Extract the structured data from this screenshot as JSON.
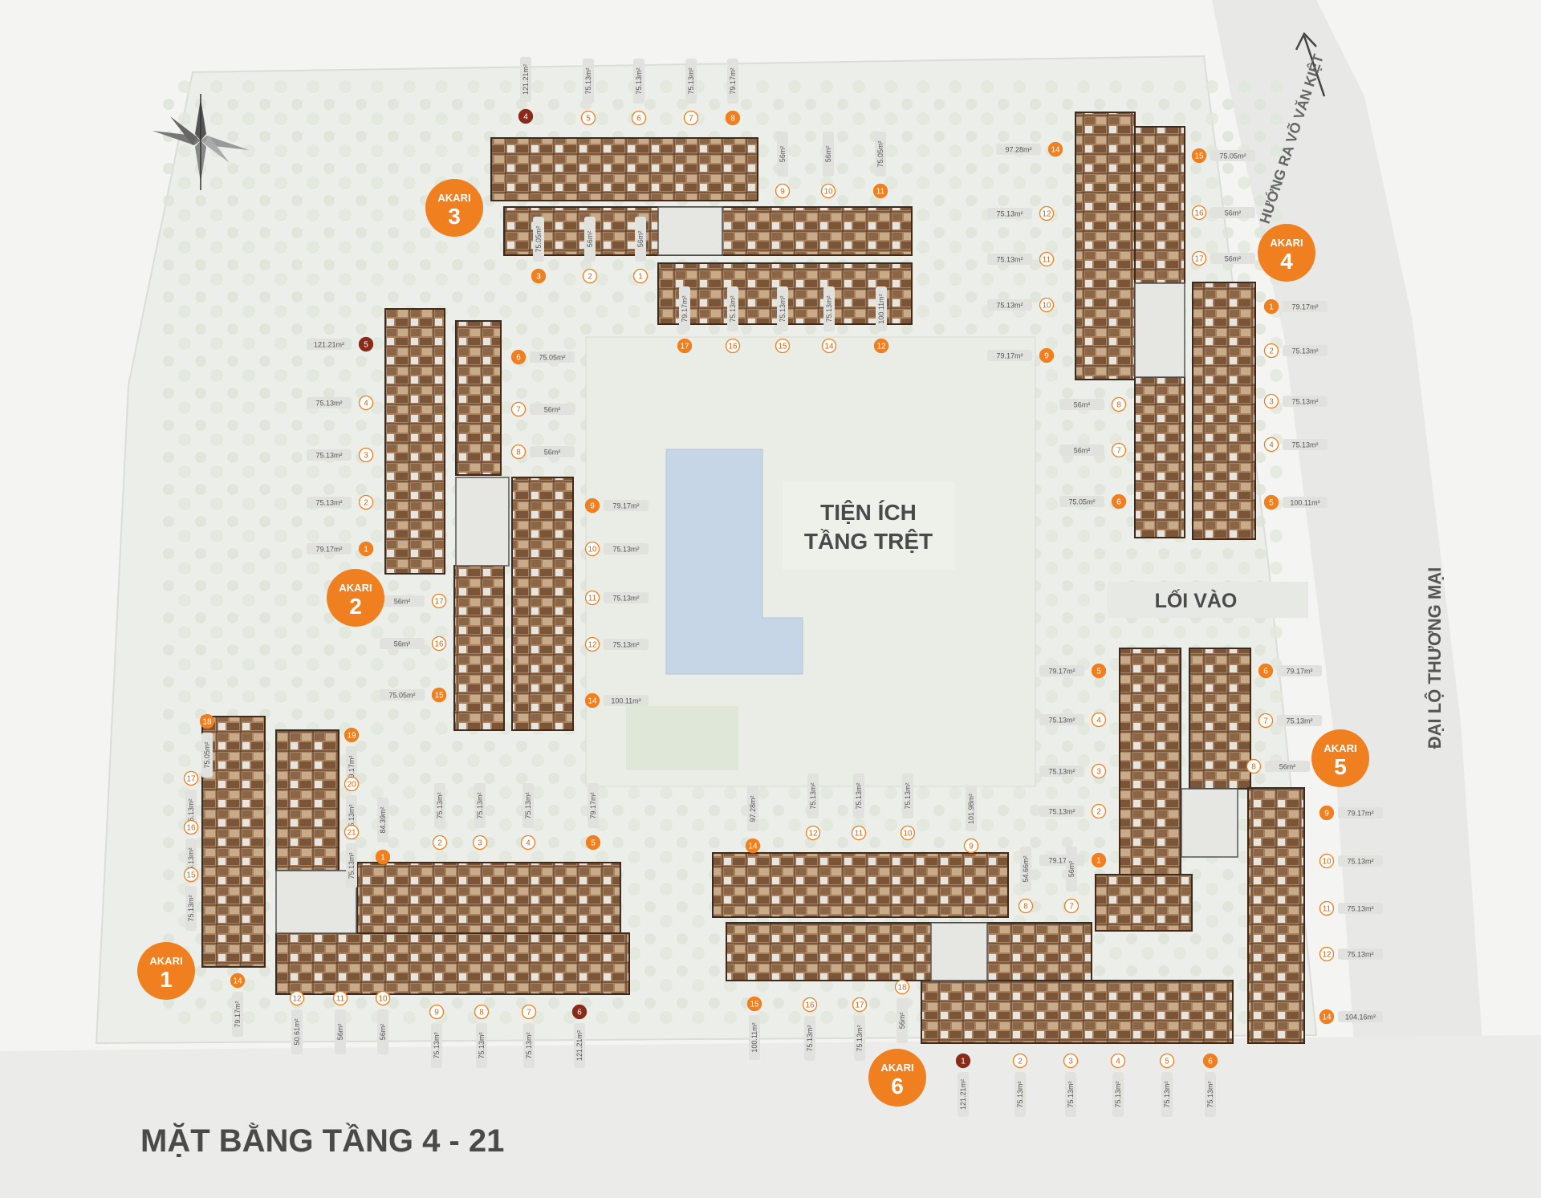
{
  "title": "MẶT BẰNG TẦNG 4 - 21",
  "center_label": {
    "line1": "TIỆN ÍCH",
    "line2": "TẦNG TRỆT"
  },
  "entrance_label": "LỐI VÀO",
  "road_right": "ĐẠI LỘ THƯƠNG MẠI",
  "road_top": "HƯỚNG RA VÕ VĂN KIỆT",
  "colors": {
    "orange": "#f07f1f",
    "darkred": "#8a2a1a",
    "unit": "#a27a56",
    "unitDark": "#6b4a32",
    "road": "#e7e7e5",
    "green": "#dfe6da"
  },
  "icons": [
    "compass-rose-icon",
    "north-arrow-icon",
    "building-marker-icon",
    "unit-number-icon"
  ],
  "buildings": [
    {
      "name": "AKARI",
      "number": "1"
    },
    {
      "name": "AKARI",
      "number": "2"
    },
    {
      "name": "AKARI",
      "number": "3"
    },
    {
      "name": "AKARI",
      "number": "4"
    },
    {
      "name": "AKARI",
      "number": "5"
    },
    {
      "name": "AKARI",
      "number": "6"
    }
  ],
  "units": [
    {
      "n": "4",
      "a": "121.21m²",
      "s": "d"
    },
    {
      "n": "5",
      "a": "75.13m²",
      "s": "o"
    },
    {
      "n": "6",
      "a": "75.13m²",
      "s": "o"
    },
    {
      "n": "7",
      "a": "75.13m²",
      "s": "o"
    },
    {
      "n": "8",
      "a": "79.17m²",
      "s": "f"
    },
    {
      "n": "9",
      "a": "56m²",
      "s": "o"
    },
    {
      "n": "10",
      "a": "56m²",
      "s": "o"
    },
    {
      "n": "11",
      "a": "75.05m²",
      "s": "f"
    },
    {
      "n": "3",
      "a": "75.05m²",
      "s": "f"
    },
    {
      "n": "2",
      "a": "56m²",
      "s": "o"
    },
    {
      "n": "1",
      "a": "56m²",
      "s": "o"
    },
    {
      "n": "17",
      "a": "79.17m²",
      "s": "f"
    },
    {
      "n": "16",
      "a": "75.13m²",
      "s": "o"
    },
    {
      "n": "15",
      "a": "75.13m²",
      "s": "o"
    },
    {
      "n": "14",
      "a": "75.13m²",
      "s": "o"
    },
    {
      "n": "12",
      "a": "100.11m²",
      "s": "f"
    },
    {
      "n": "5",
      "a": "121.21m²",
      "s": "d"
    },
    {
      "n": "4",
      "a": "75.13m²",
      "s": "o"
    },
    {
      "n": "3",
      "a": "75.13m²",
      "s": "o"
    },
    {
      "n": "2",
      "a": "75.13m²",
      "s": "o"
    },
    {
      "n": "1",
      "a": "79.17m²",
      "s": "f"
    },
    {
      "n": "6",
      "a": "75.05m²",
      "s": "f"
    },
    {
      "n": "7",
      "a": "56m²",
      "s": "o"
    },
    {
      "n": "8",
      "a": "56m²",
      "s": "o"
    },
    {
      "n": "17",
      "a": "56m²",
      "s": "o"
    },
    {
      "n": "16",
      "a": "56m²",
      "s": "o"
    },
    {
      "n": "15",
      "a": "75.05m²",
      "s": "f"
    },
    {
      "n": "9",
      "a": "79.17m²",
      "s": "f"
    },
    {
      "n": "10",
      "a": "75.13m²",
      "s": "o"
    },
    {
      "n": "11",
      "a": "75.13m²",
      "s": "o"
    },
    {
      "n": "12",
      "a": "75.13m²",
      "s": "o"
    },
    {
      "n": "14",
      "a": "100.11m²",
      "s": "f"
    },
    {
      "n": "14",
      "a": "97.28m²",
      "s": "f"
    },
    {
      "n": "12",
      "a": "75.13m²",
      "s": "o"
    },
    {
      "n": "11",
      "a": "75.13m²",
      "s": "o"
    },
    {
      "n": "10",
      "a": "75.13m²",
      "s": "o"
    },
    {
      "n": "9",
      "a": "79.17m²",
      "s": "f"
    },
    {
      "n": "8",
      "a": "56m²",
      "s": "o"
    },
    {
      "n": "7",
      "a": "56m²",
      "s": "o"
    },
    {
      "n": "6",
      "a": "75.05m²",
      "s": "f"
    },
    {
      "n": "15",
      "a": "75.05m²",
      "s": "f"
    },
    {
      "n": "16",
      "a": "56m²",
      "s": "o"
    },
    {
      "n": "17",
      "a": "56m²",
      "s": "o"
    },
    {
      "n": "1",
      "a": "79.17m²",
      "s": "f"
    },
    {
      "n": "2",
      "a": "75.13m²",
      "s": "o"
    },
    {
      "n": "3",
      "a": "75.13m²",
      "s": "o"
    },
    {
      "n": "4",
      "a": "75.13m²",
      "s": "o"
    },
    {
      "n": "5",
      "a": "100.11m²",
      "s": "f"
    },
    {
      "n": "5",
      "a": "79.17m²",
      "s": "f"
    },
    {
      "n": "4",
      "a": "75.13m²",
      "s": "o"
    },
    {
      "n": "3",
      "a": "75.13m²",
      "s": "o"
    },
    {
      "n": "2",
      "a": "75.13m²",
      "s": "o"
    },
    {
      "n": "1",
      "a": "79.17m²",
      "s": "f"
    },
    {
      "n": "6",
      "a": "79.17m²",
      "s": "f"
    },
    {
      "n": "7",
      "a": "75.13m²",
      "s": "o"
    },
    {
      "n": "8",
      "a": "56m²",
      "s": "o"
    },
    {
      "n": "9",
      "a": "79.17m²",
      "s": "f"
    },
    {
      "n": "10",
      "a": "75.13m²",
      "s": "o"
    },
    {
      "n": "11",
      "a": "75.13m²",
      "s": "o"
    },
    {
      "n": "12",
      "a": "75.13m²",
      "s": "o"
    },
    {
      "n": "14",
      "a": "104.16m²",
      "s": "f"
    },
    {
      "n": "18",
      "a": "75.05m²",
      "s": "f"
    },
    {
      "n": "17",
      "a": "75.13m²",
      "s": "o"
    },
    {
      "n": "16",
      "a": "75.13m²",
      "s": "o"
    },
    {
      "n": "15",
      "a": "75.13m²",
      "s": "o"
    },
    {
      "n": "19",
      "a": "79.17m²",
      "s": "f"
    },
    {
      "n": "20",
      "a": "75.13m²",
      "s": "o"
    },
    {
      "n": "21",
      "a": "75.13m²",
      "s": "o"
    },
    {
      "n": "1",
      "a": "84.39m²",
      "s": "f"
    },
    {
      "n": "2",
      "a": "75.13m²",
      "s": "o"
    },
    {
      "n": "3",
      "a": "75.13m²",
      "s": "o"
    },
    {
      "n": "4",
      "a": "75.13m²",
      "s": "o"
    },
    {
      "n": "5",
      "a": "79.17m²",
      "s": "f"
    },
    {
      "n": "14",
      "a": "79.17m²",
      "s": "f"
    },
    {
      "n": "12",
      "a": "50.61m²",
      "s": "o"
    },
    {
      "n": "11",
      "a": "56m²",
      "s": "o"
    },
    {
      "n": "10",
      "a": "56m²",
      "s": "o"
    },
    {
      "n": "9",
      "a": "75.13m²",
      "s": "o"
    },
    {
      "n": "8",
      "a": "75.13m²",
      "s": "o"
    },
    {
      "n": "7",
      "a": "75.13m²",
      "s": "o"
    },
    {
      "n": "6",
      "a": "121.21m²",
      "s": "d"
    },
    {
      "n": "14",
      "a": "97.28m²",
      "s": "f"
    },
    {
      "n": "12",
      "a": "75.13m²",
      "s": "o"
    },
    {
      "n": "11",
      "a": "75.13m²",
      "s": "o"
    },
    {
      "n": "10",
      "a": "75.13m²",
      "s": "o"
    },
    {
      "n": "9",
      "a": "101.98m²",
      "s": "o"
    },
    {
      "n": "8",
      "a": "54.66m²",
      "s": "o"
    },
    {
      "n": "7",
      "a": "56m²",
      "s": "o"
    },
    {
      "n": "15",
      "a": "100.11m²",
      "s": "f"
    },
    {
      "n": "16",
      "a": "75.13m²",
      "s": "o"
    },
    {
      "n": "17",
      "a": "75.13m²",
      "s": "o"
    },
    {
      "n": "18",
      "a": "56m²",
      "s": "o"
    },
    {
      "n": "1",
      "a": "121.21m²",
      "s": "d"
    },
    {
      "n": "2",
      "a": "75.13m²",
      "s": "o"
    },
    {
      "n": "3",
      "a": "75.13m²",
      "s": "o"
    },
    {
      "n": "4",
      "a": "75.13m²",
      "s": "o"
    },
    {
      "n": "5",
      "a": "75.13m²",
      "s": "o"
    },
    {
      "n": "6",
      "a": "75.13m²",
      "s": "f"
    }
  ]
}
